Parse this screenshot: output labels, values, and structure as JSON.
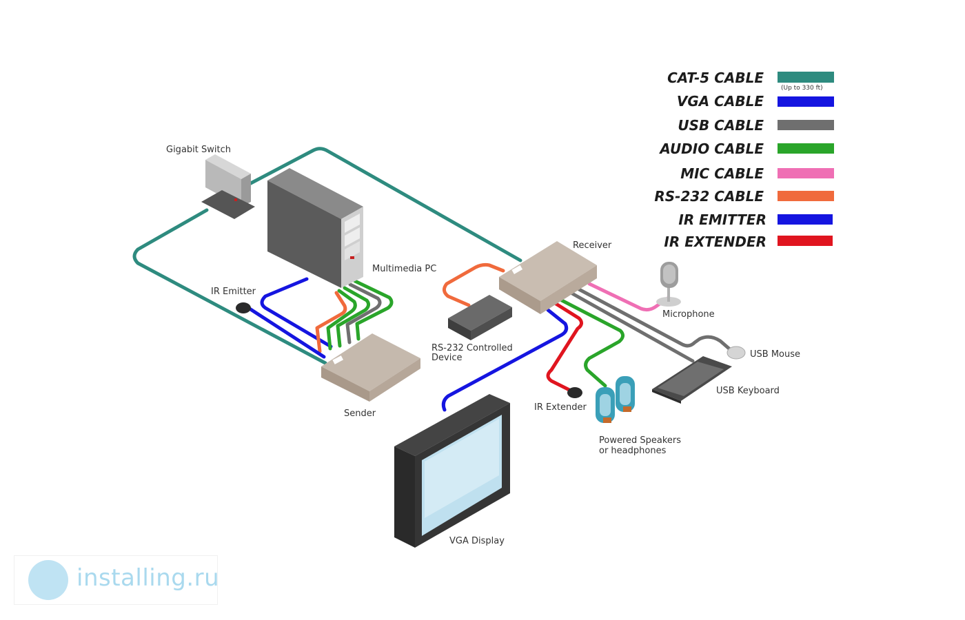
{
  "legend": [
    {
      "label": "CAT-5 CABLE",
      "color": "#2e8b7f",
      "note": "(Up to 330 ft)"
    },
    {
      "label": "VGA CABLE",
      "color": "#1515e0"
    },
    {
      "label": "USB CABLE",
      "color": "#6f6f6f"
    },
    {
      "label": "AUDIO CABLE",
      "color": "#2aa52a"
    },
    {
      "label": "MIC CABLE",
      "color": "#ef6fb4"
    },
    {
      "label": "RS-232 CABLE",
      "color": "#f06a3c"
    },
    {
      "label": "IR EMITTER",
      "color": "#1515e0"
    },
    {
      "label": "IR EXTENDER",
      "color": "#e0151f"
    }
  ],
  "devices": {
    "gigabit_switch": "Gigabit Switch",
    "multimedia_pc": "Multimedia PC",
    "ir_emitter": "IR Emitter",
    "sender": "Sender",
    "receiver": "Receiver",
    "rs232_device_line1": "RS-232 Controlled",
    "rs232_device_line2": "Device",
    "microphone": "Microphone",
    "usb_mouse": "USB Mouse",
    "usb_keyboard": "USB Keyboard",
    "ir_extender": "IR Extender",
    "speakers_line1": "Powered Speakers",
    "speakers_line2": "or headphones",
    "vga_display": "VGA Display"
  },
  "watermark": {
    "text": "installing.ru",
    "icon": "watermark-logo-icon"
  }
}
